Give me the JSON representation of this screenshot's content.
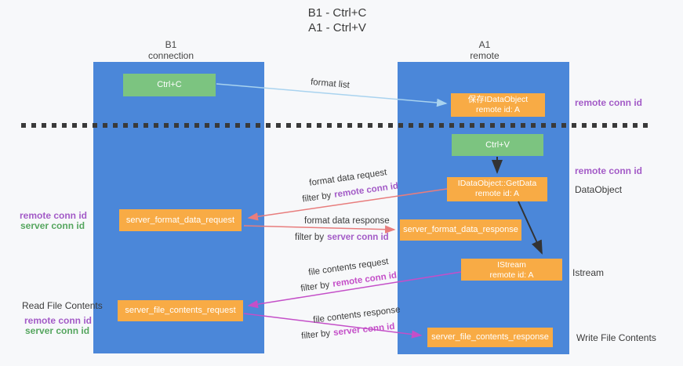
{
  "title": {
    "line1": "B1 - Ctrl+C",
    "line2": "A1 - Ctrl+V"
  },
  "columns": {
    "left": {
      "id": "B1",
      "role": "connection"
    },
    "right": {
      "id": "A1",
      "role": "remote"
    }
  },
  "boxes": {
    "ctrl_c": {
      "label": "Ctrl+C"
    },
    "ctrl_v": {
      "label": "Ctrl+V"
    },
    "save_dataobject": {
      "line1": "保存IDataObject",
      "line2": "remote id: A"
    },
    "getdata": {
      "line1": "IDataObject::GetData",
      "line2": "remote id: A"
    },
    "istream": {
      "line1": "IStream",
      "line2": "remote id: A"
    },
    "format_request": {
      "label": "server_format_data_request"
    },
    "format_response": {
      "label": "server_format_data_response"
    },
    "file_request": {
      "label": "server_file_contents_request"
    },
    "file_response": {
      "label": "server_file_contents_response"
    }
  },
  "arrows": {
    "format_list": {
      "label": "format list"
    },
    "format_request": {
      "line1": "format data request",
      "filter_prefix": "filter by",
      "filter_key": "remote conn id"
    },
    "format_response": {
      "line1": "format data response",
      "filter_prefix": "filter by",
      "filter_key": "server conn id"
    },
    "file_request": {
      "line1": "file contents request",
      "filter_prefix": "filter by",
      "filter_key": "remote conn id"
    },
    "file_response": {
      "line1": "file contents response",
      "filter_prefix": "filter by",
      "filter_key": "server conn id"
    }
  },
  "side_labels": {
    "right_remote_conn_top": "remote conn id",
    "right_remote_conn_mid": "remote conn id",
    "right_dataobject": "DataObject",
    "right_istream": "Istream",
    "right_write_file": "Write File Contents",
    "left_remote_conn_1": "remote conn id",
    "left_server_conn_1": "server conn id",
    "left_read_file": "Read File Contents",
    "left_remote_conn_2": "remote conn id",
    "left_server_conn_2": "server conn id"
  },
  "colors": {
    "column_blue": "#4b87d9",
    "box_green": "#7cc480",
    "box_orange": "#f8ab45",
    "arrow_light_blue": "#a9d3ef",
    "arrow_salmon": "#e87d7d",
    "arrow_magenta": "#c44fc8",
    "arrow_black": "#333333",
    "text_purple": "#a35bc7",
    "text_green": "#56a65f",
    "background": "#f7f8fa"
  }
}
